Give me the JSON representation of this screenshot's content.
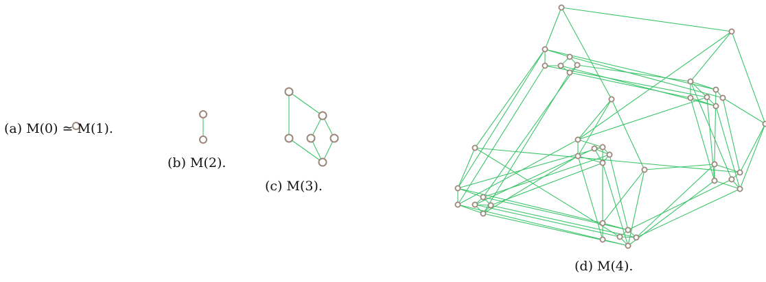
{
  "captions": {
    "a": "(a) M(0) ≃ M(1).",
    "b": "(b) M(2).",
    "c": "(c) M(3).",
    "d": "(d) M(4)."
  },
  "colors": {
    "edge": "#3cc46a",
    "node_stroke": "#9c857a",
    "node_fill": "#ffffff"
  }
}
